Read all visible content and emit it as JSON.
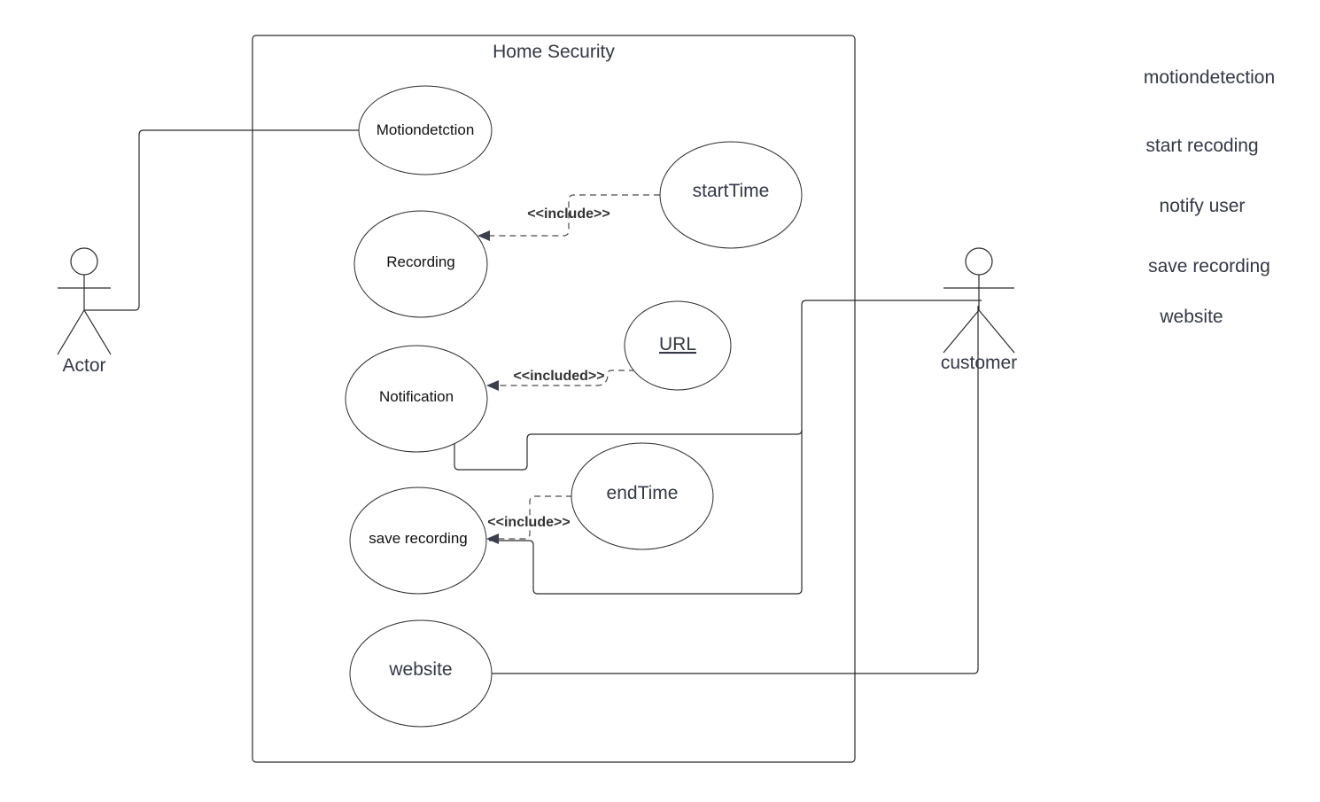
{
  "diagram": {
    "system_title": "Home Security",
    "actors": {
      "left": "Actor",
      "right": "customer"
    },
    "use_cases": {
      "motion": "Motiondetction",
      "recording": "Recording",
      "notification": "Notification",
      "save_recording": "save recording",
      "website": "website",
      "start_time": "startTime",
      "url": "URL",
      "end_time": "endTime"
    },
    "relations": {
      "include_start": "<<include>>",
      "included_url": "<<included>>",
      "include_end": "<<include>>"
    },
    "notes": [
      "motiondetection",
      "start recoding",
      "notify user",
      "save recording",
      "website"
    ]
  }
}
